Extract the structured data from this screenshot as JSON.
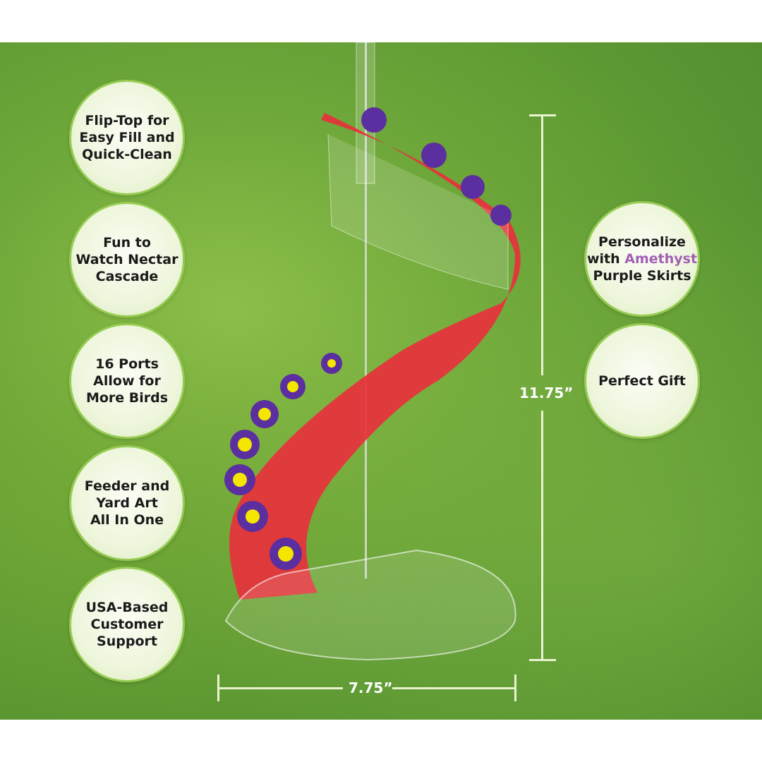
{
  "features_left": [
    [
      "Flip-Top for",
      "Easy Fill and",
      "Quick-Clean"
    ],
    [
      "Fun to",
      "Watch Nectar",
      "Cascade"
    ],
    [
      "16 Ports",
      "Allow for",
      "More Birds"
    ],
    [
      "Feeder and",
      "Yard Art",
      "All In One"
    ],
    [
      "USA-Based",
      "Customer",
      "Support"
    ]
  ],
  "features_right": {
    "personalize": {
      "line1": "Personalize",
      "line2_pre": "with ",
      "line2_highlight": "Amethyst",
      "line3": "Purple Skirts"
    },
    "gift": "Perfect Gift"
  },
  "dimensions": {
    "height": "11.75”",
    "width": "7.75”"
  },
  "colors": {
    "feeder_red": "#e8313c",
    "skirt_purple": "#5b2fa0",
    "highlight": "#a160b3",
    "flower_yellow": "#f5e600"
  }
}
